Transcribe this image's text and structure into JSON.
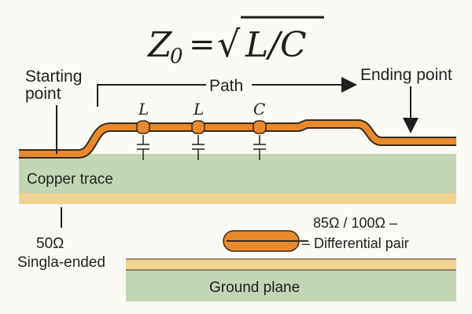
{
  "formula": {
    "lhs_symbol": "Z",
    "lhs_subscript": "0",
    "equals": "=",
    "radical": "√",
    "radicand": "L/C"
  },
  "labels": {
    "starting_point_line1": "Starting",
    "starting_point_line2": "point",
    "path": "Path",
    "ending_point": "Ending point",
    "component_1": "L",
    "component_2": "L",
    "component_3": "C",
    "copper_trace": "Copper trace",
    "single_ended_impedance": "50Ω",
    "single_ended_label": "Singla-ended",
    "differential_impedance": "85Ω / 100Ω –",
    "differential_label": "– Differential pair",
    "ground_plane": "Ground plane"
  },
  "colors": {
    "trace_orange": "#e8892c",
    "trace_outline": "#3a2a1a",
    "substrate_green": "#c3d6b4",
    "copper_tan": "#f2d492",
    "ink": "#1f1f1f"
  }
}
